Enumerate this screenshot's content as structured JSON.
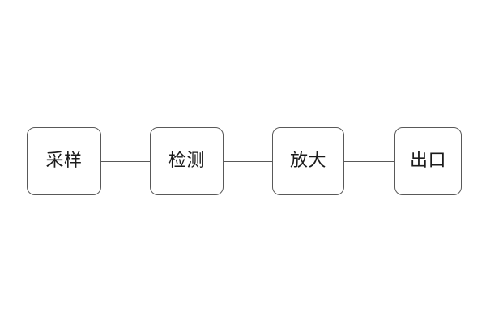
{
  "diagram": {
    "type": "flowchart",
    "orientation": "horizontal",
    "background_color": "#ffffff",
    "node_border_color": "#595959",
    "node_fill_color": "#ffffff",
    "connector_color": "#595959",
    "text_color": "#1b1b1b",
    "nodes": [
      {
        "id": "sampling",
        "label": "采样",
        "shape": "rounded-rectangle"
      },
      {
        "id": "detection",
        "label": "检测",
        "shape": "rounded-rectangle"
      },
      {
        "id": "amplification",
        "label": "放大",
        "shape": "rounded-rectangle"
      },
      {
        "id": "output",
        "label": "出口",
        "shape": "rounded-rectangle"
      }
    ],
    "connectors": [
      {
        "id": "link-1",
        "from": "sampling",
        "to": "detection",
        "style": "line"
      },
      {
        "id": "link-2",
        "from": "detection",
        "to": "amplification",
        "style": "line"
      },
      {
        "id": "link-3",
        "from": "amplification",
        "to": "output",
        "style": "line"
      }
    ]
  }
}
